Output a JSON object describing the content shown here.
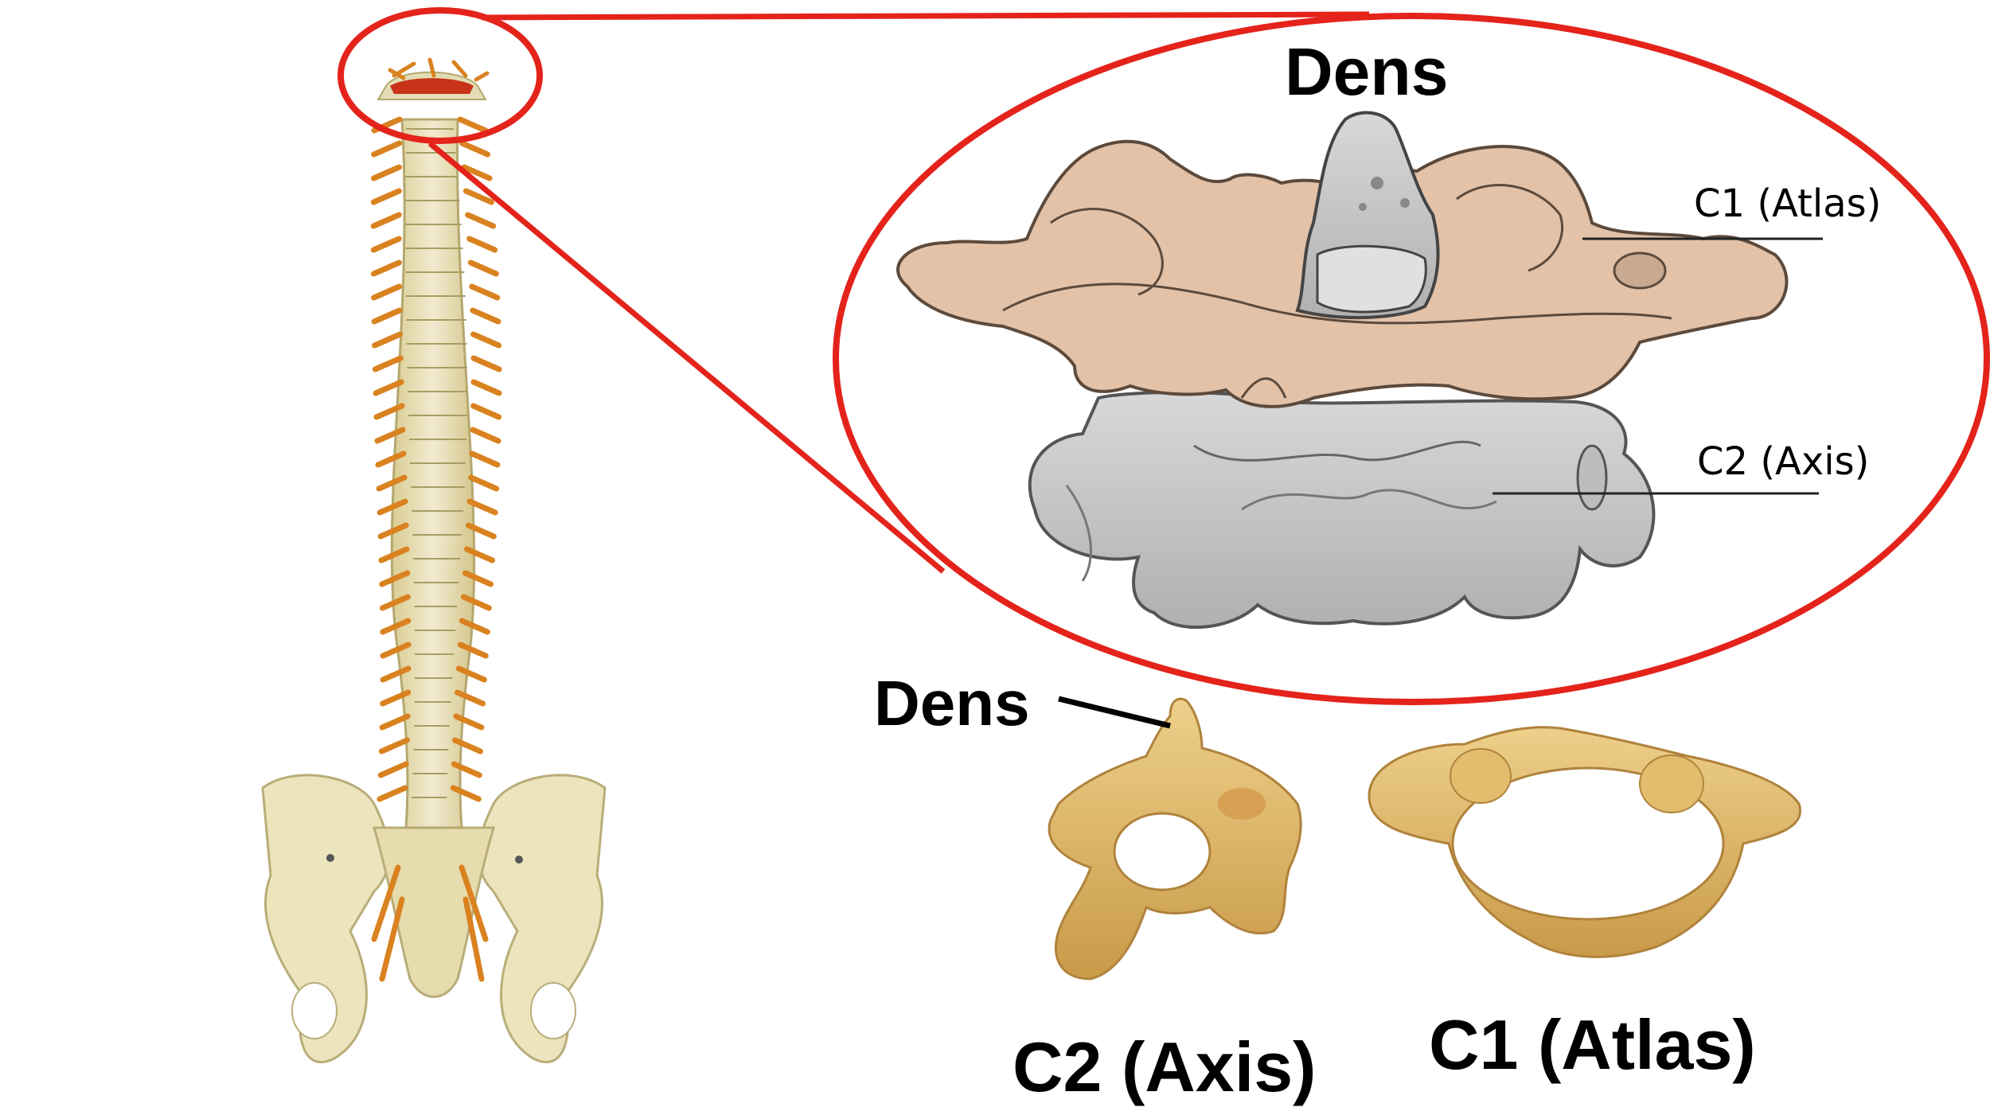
{
  "labels": {
    "dens_top": "Dens",
    "c1_inset": "C1 (Atlas)",
    "c2_inset": "C2 (Axis)",
    "dens_bottom": "Dens",
    "c2_caption": "C2 (Axis)",
    "c1_caption": "C1 (Atlas)"
  },
  "colors": {
    "highlight": "#e4231b",
    "bone_model": "#e9dfb0",
    "nerve": "#d9821f",
    "atlas_drawing": "#e3c2a8",
    "axis_drawing": "#c9c9c9",
    "real_bone": "#dcae5e"
  }
}
